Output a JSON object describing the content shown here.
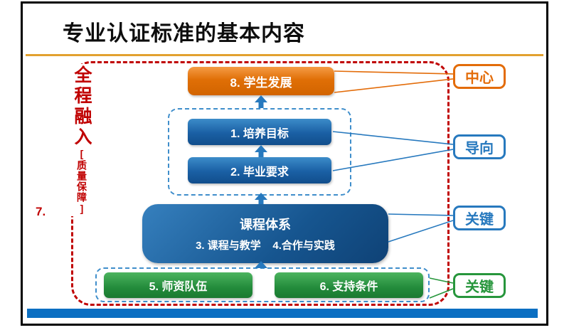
{
  "slide": {
    "title": "专业认证标准的基本内容"
  },
  "left_rail": {
    "vertical_text_main": "全程融入",
    "vertical_text_bracket": "[质量保障]",
    "item_number": "7."
  },
  "flow": {
    "student_dev": "8. 学生发展",
    "training_goal": "1. 培养目标",
    "graduation_req": "2. 毕业要求",
    "curriculum_title": "课程体系",
    "curriculum_items": "3. 课程与教学    4.合作与实践",
    "faculty": "5. 师资队伍",
    "support": "6. 支持条件"
  },
  "side_labels": {
    "center": "中心",
    "orientation": "导向",
    "key_upper": "关键",
    "key_lower": "关键"
  },
  "colors": {
    "accent_red": "#C00000",
    "orange": "#E36C09",
    "blue": "#2779BE",
    "dark_blue": "#0F4276",
    "green": "#27963C",
    "gold_line": "#E2A12F",
    "bottom_bar": "#0B6FC2"
  }
}
